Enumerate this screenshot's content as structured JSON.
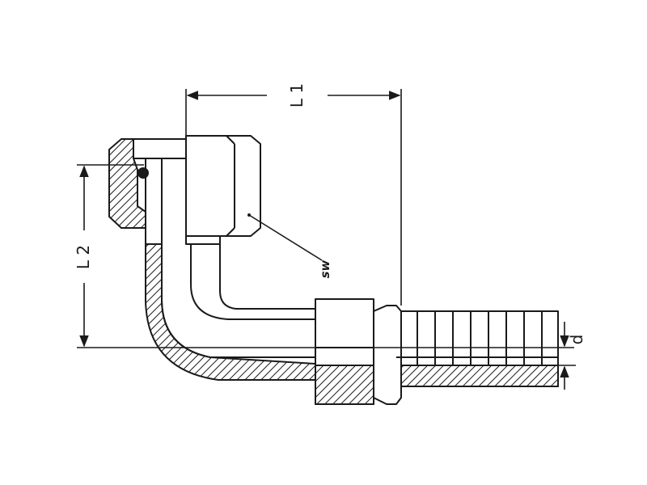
{
  "figure": {
    "labels": {
      "l1": "L 1",
      "l2": "L 2",
      "sw": "sw",
      "d": "d"
    },
    "colors": {
      "ink": "#1a1a1a",
      "paper": "#ffffff"
    }
  }
}
